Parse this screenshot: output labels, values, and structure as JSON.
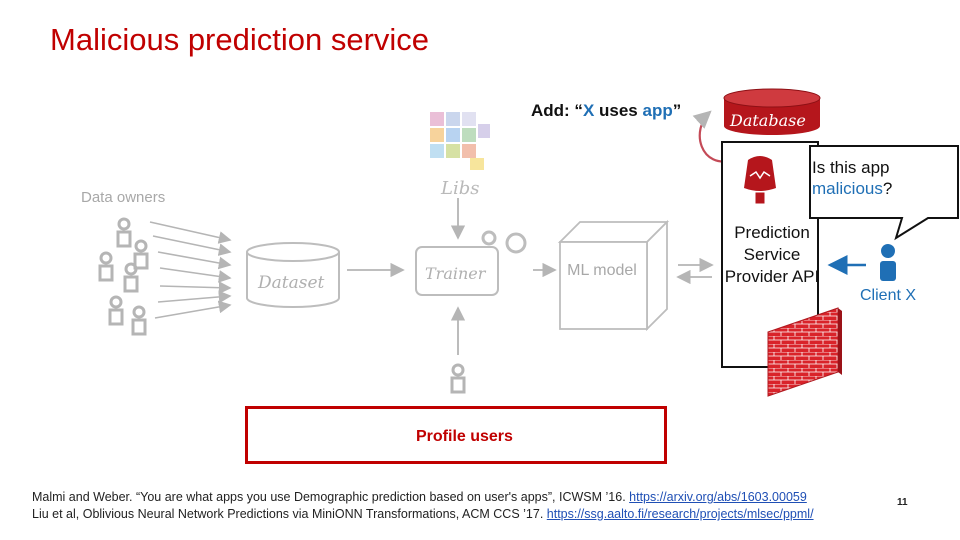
{
  "title": "Malicious prediction service",
  "add_label": {
    "prefix": "Add: “",
    "x": "X",
    "middle": " uses ",
    "app": "app",
    "suffix": "”"
  },
  "database_label": "Database",
  "libs_label": "Libs",
  "data_owners_label": "Data owners",
  "dataset_label": "Dataset",
  "trainer_label": "Trainer",
  "ml_model_label": "ML model",
  "api_label": "Prediction Service Provider API",
  "callout": {
    "line1": "Is this app",
    "malicious": "malicious",
    "qmark": "?"
  },
  "client_label": "Client X",
  "profile_label": "Profile users",
  "references": {
    "ref1_text": "Malmi and Weber. “You are what apps you use Demographic prediction based on user's apps”, ICWSM ’16. ",
    "ref1_link": "https://arxiv.org/abs/1603.00059",
    "ref2_text": "Liu et al, Oblivious Neural Network Predictions via MiniONN Transformations, ACM CCS ’17. ",
    "ref2_link": "https://ssg.aalto.fi/research/projects/mlsec/ppml/"
  },
  "page_number": "11",
  "colors": {
    "accent_red": "#c00000",
    "blue": "#1f6fb5",
    "database_red": "#b5161c",
    "faded_gray": "#b0b0b0"
  }
}
